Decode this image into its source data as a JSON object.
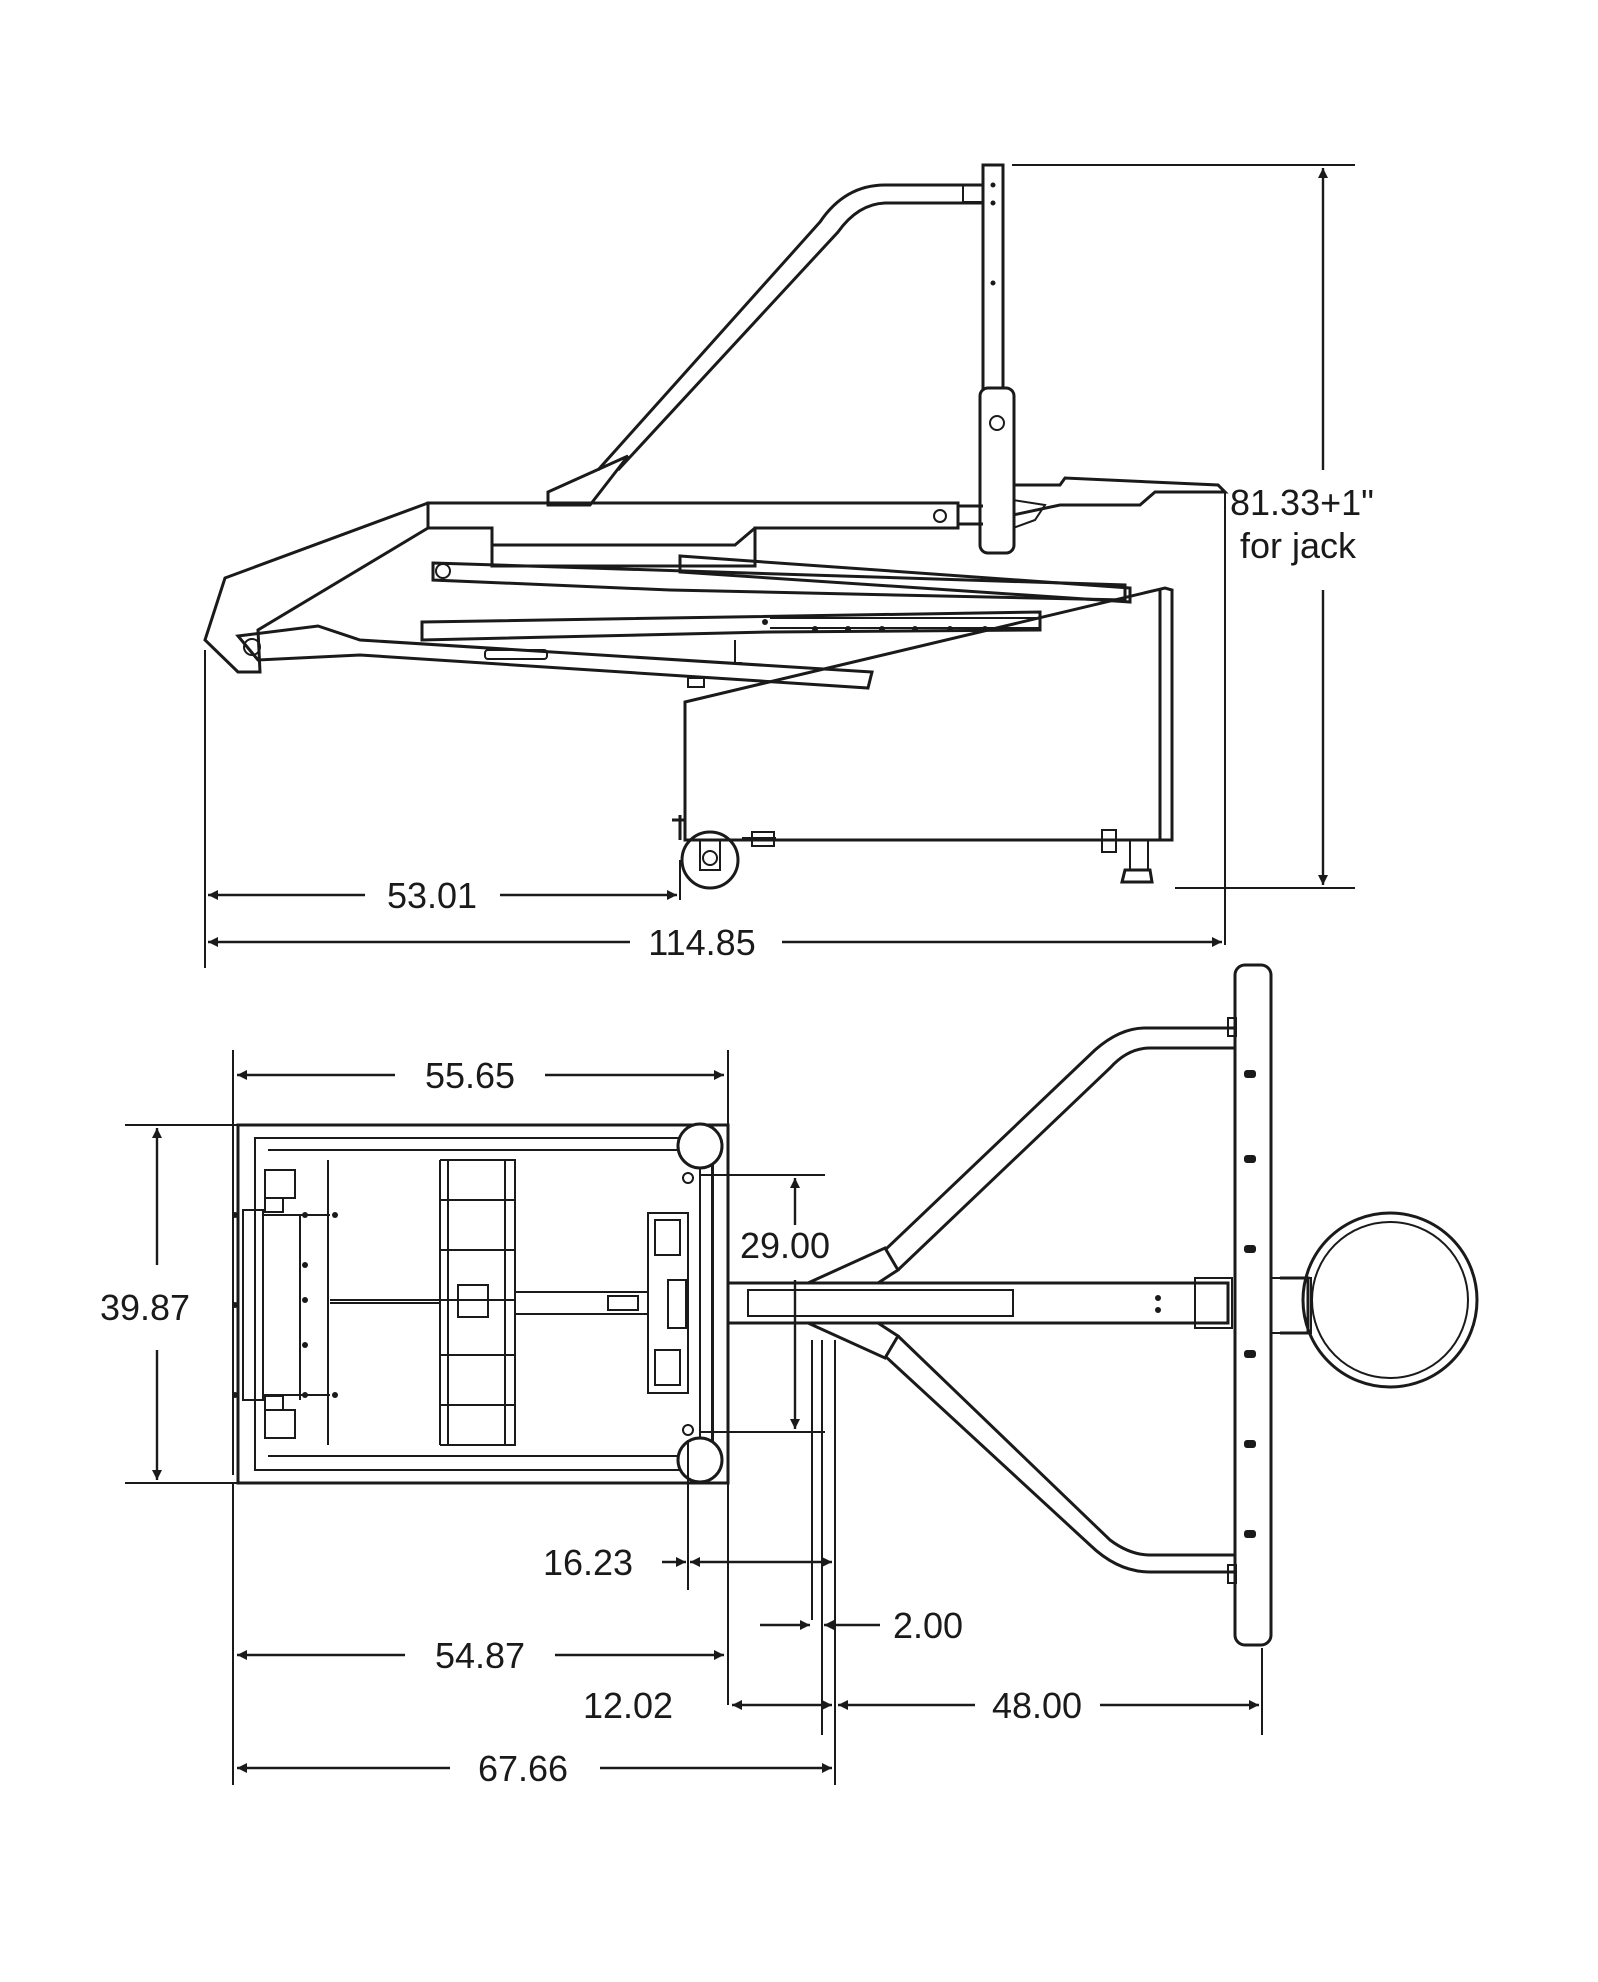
{
  "colors": {
    "ink": "#1a1a1a",
    "background": "#ffffff"
  },
  "side_view": {
    "height_line1": "81.33+1\"",
    "height_line2": "for jack",
    "front_overhang": "53.01",
    "overall_length": "114.85"
  },
  "top_view": {
    "base_length": "55.65",
    "base_width": "39.87",
    "pole_spacing": "29.00",
    "offset_a": "16.23",
    "pole_width": "2.00",
    "frame_length": "54.87",
    "offset_b": "12.02",
    "extension": "48.00",
    "overall_base": "67.66"
  }
}
